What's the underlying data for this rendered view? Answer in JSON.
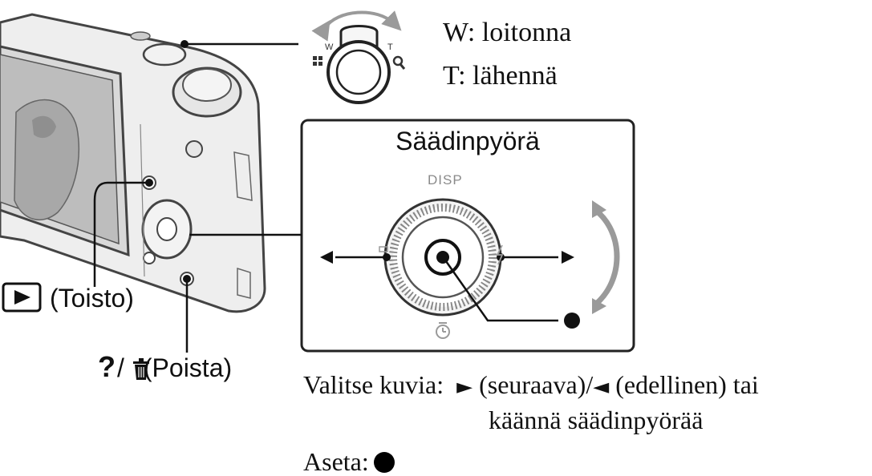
{
  "zoom": {
    "w_line": "W: loitonna",
    "t_line": "T: lähennä",
    "w_mark": "W",
    "t_mark": "T"
  },
  "dial_panel": {
    "title": "Säädinpyörä",
    "disp_label": "DISP"
  },
  "buttons": {
    "play_label": "(Toisto)",
    "help_symbol": "?",
    "separator": "/",
    "delete_label": "(Poista)"
  },
  "instructions": {
    "select_prefix": "Valitse kuvia:",
    "next_symbol": "►",
    "next_label": "(seuraava)",
    "slash": "/",
    "prev_symbol": "◄",
    "prev_label": "(edellinen) tai",
    "select_line2": "käännä säädinpyörää",
    "set_prefix": "Aseta:"
  },
  "colors": {
    "line": "#111111",
    "camera_body": "#eeeeee",
    "camera_outline": "#444444",
    "rotation_arrow": "#9a9a9a",
    "disp_text": "#8a8a8a"
  },
  "icons": [
    "play-icon",
    "trash-icon",
    "self-timer-icon",
    "flash-icon",
    "exposure-icon",
    "magnifier-icon",
    "rotation-arrow-icon"
  ]
}
